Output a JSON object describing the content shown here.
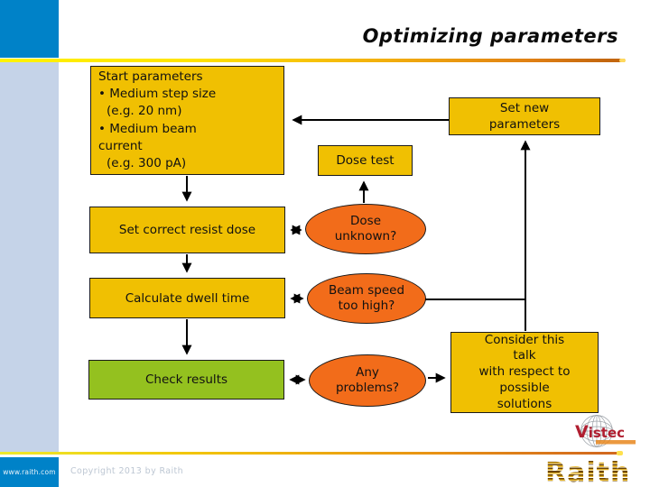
{
  "title": "Optimizing parameters",
  "flowchart": {
    "start_box": {
      "lines": [
        "Start parameters",
        "• Medium step size",
        "(e.g. 20 nm)",
        "• Medium beam",
        "current",
        "(e.g. 300 pA)"
      ]
    },
    "set_new_box": {
      "lines": [
        "Set new",
        "parameters"
      ]
    },
    "dose_test_box": {
      "label": "Dose test"
    },
    "set_dose_box": {
      "label": "Set correct resist dose"
    },
    "calc_box": {
      "label": "Calculate dwell time"
    },
    "check_box": {
      "label": "Check results"
    },
    "consider_box": {
      "lines": [
        "Consider this",
        "talk",
        "with respect to",
        "possible",
        "solutions"
      ]
    },
    "dose_unknown_ellipse": {
      "lines": [
        "Dose",
        "unknown?"
      ]
    },
    "beam_speed_ellipse": {
      "lines": [
        "Beam speed",
        "too high?"
      ]
    },
    "any_problems_ellipse": {
      "lines": [
        "Any",
        "problems?"
      ]
    }
  },
  "footer": {
    "website": "www.raith.com",
    "copyright": "Copyright 2013  by Raith"
  },
  "logos": {
    "vistec_v": "V",
    "vistec_rest": "istec",
    "raith": "Raith"
  },
  "colors": {
    "process_box_fill": "#F0C002",
    "decision_ellipse_fill": "#F26C1A",
    "result_box_fill": "#94C11F",
    "corner_blue": "#0082C8",
    "sidebar_blue": "#C5D3E8",
    "rule_gradient_start": "#FFF200",
    "rule_gradient_end": "#C3660E",
    "vistec_red": "#B01E30",
    "raith_gold": "#D9A520"
  }
}
